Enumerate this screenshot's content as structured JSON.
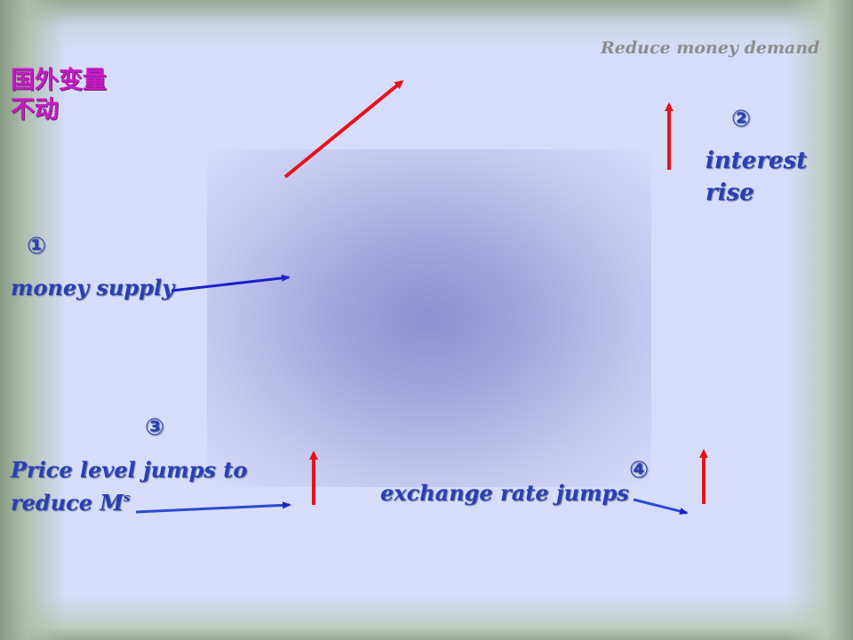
{
  "header": {
    "reduce_money_demand": "Reduce money demand"
  },
  "labels": {
    "foreign_vars_line1": "国外变量",
    "foreign_vars_line2": "不动",
    "step1_number": "①",
    "step1_text": "money supply",
    "step2_number": "②",
    "step2_text_line1": "interest",
    "step2_text_line2": "rise",
    "step3_number": "③",
    "step3_text_line1": "Price level jumps to",
    "step3_text_line2": "reduce M",
    "step3_superscript": "s",
    "step4_number": "④",
    "step4_text": "exchange rate jumps"
  },
  "colors": {
    "background": "#d6ddfa",
    "frame": "#8fa38a",
    "blue_text": "#2a3fb4",
    "magenta_text": "#c818c8",
    "gray_text": "#8c8c8c",
    "red_arrow": "#e8101c",
    "blue_arrow": "#1a22c8"
  }
}
